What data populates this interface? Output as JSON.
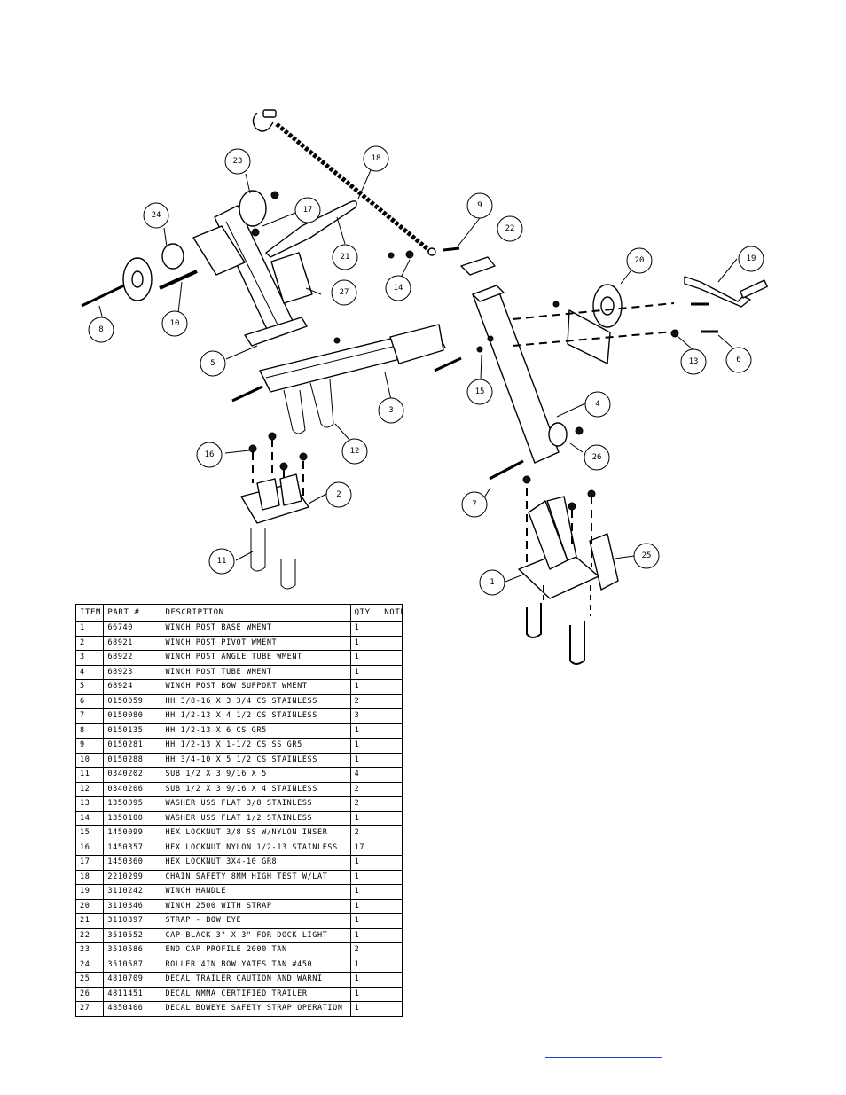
{
  "callouts": [
    {
      "label": "23"
    },
    {
      "label": "18"
    },
    {
      "label": "24"
    },
    {
      "label": "17"
    },
    {
      "label": "21"
    },
    {
      "label": "9"
    },
    {
      "label": "22"
    },
    {
      "label": "20"
    },
    {
      "label": "19"
    },
    {
      "label": "27"
    },
    {
      "label": "14"
    },
    {
      "label": "8"
    },
    {
      "label": "10"
    },
    {
      "label": "5"
    },
    {
      "label": "13"
    },
    {
      "label": "6"
    },
    {
      "label": "15"
    },
    {
      "label": "3"
    },
    {
      "label": "4"
    },
    {
      "label": "12"
    },
    {
      "label": "16"
    },
    {
      "label": "26"
    },
    {
      "label": "2"
    },
    {
      "label": "7"
    },
    {
      "label": "25"
    },
    {
      "label": "11"
    },
    {
      "label": "1"
    }
  ],
  "parts_table": {
    "headers": {
      "item": "ITEM",
      "part": "PART #",
      "description": "DESCRIPTION",
      "qty": "QTY",
      "note": "NOTE"
    },
    "rows": [
      {
        "item": "1",
        "part": "66740",
        "description": "WINCH POST BASE WMENT",
        "qty": "1",
        "note": ""
      },
      {
        "item": "2",
        "part": "68921",
        "description": "WINCH POST PIVOT WMENT",
        "qty": "1",
        "note": ""
      },
      {
        "item": "3",
        "part": "68922",
        "description": "WINCH POST ANGLE TUBE WMENT",
        "qty": "1",
        "note": ""
      },
      {
        "item": "4",
        "part": "68923",
        "description": "WINCH POST TUBE WMENT",
        "qty": "1",
        "note": ""
      },
      {
        "item": "5",
        "part": "68924",
        "description": "WINCH POST BOW SUPPORT WMENT",
        "qty": "1",
        "note": ""
      },
      {
        "item": "6",
        "part": "0150059",
        "description": "HH 3/8-16 X 3 3/4 CS STAINLESS",
        "qty": "2",
        "note": ""
      },
      {
        "item": "7",
        "part": "0150080",
        "description": "HH 1/2-13 X 4 1/2 CS STAINLESS",
        "qty": "3",
        "note": ""
      },
      {
        "item": "8",
        "part": "0150135",
        "description": "HH 1/2-13 X 6 CS GR5",
        "qty": "1",
        "note": ""
      },
      {
        "item": "9",
        "part": "0150281",
        "description": "HH 1/2-13 X 1-1/2 CS SS GR5",
        "qty": "1",
        "note": ""
      },
      {
        "item": "10",
        "part": "0150288",
        "description": "HH 3/4-10 X 5 1/2 CS STAINLESS",
        "qty": "1",
        "note": ""
      },
      {
        "item": "11",
        "part": "0340202",
        "description": "SUB 1/2 X 3 9/16 X 5",
        "qty": "4",
        "note": ""
      },
      {
        "item": "12",
        "part": "0340206",
        "description": "SUB 1/2 X 3 9/16 X 4 STAINLESS",
        "qty": "2",
        "note": ""
      },
      {
        "item": "13",
        "part": "1350095",
        "description": "WASHER USS FLAT 3/8 STAINLESS",
        "qty": "2",
        "note": ""
      },
      {
        "item": "14",
        "part": "1350100",
        "description": "WASHER USS FLAT 1/2 STAINLESS",
        "qty": "1",
        "note": ""
      },
      {
        "item": "15",
        "part": "1450099",
        "description": "HEX LOCKNUT 3/8 SS W/NYLON INSER",
        "qty": "2",
        "note": ""
      },
      {
        "item": "16",
        "part": "1450357",
        "description": "HEX LOCKNUT NYLON 1/2-13 STAINLESS",
        "qty": "17",
        "note": ""
      },
      {
        "item": "17",
        "part": "1450360",
        "description": "HEX LOCKNUT 3X4-10 GR8",
        "qty": "1",
        "note": ""
      },
      {
        "item": "18",
        "part": "2210299",
        "description": "CHAIN SAFETY 8MM HIGH TEST W/LAT",
        "qty": "1",
        "note": ""
      },
      {
        "item": "19",
        "part": "3110242",
        "description": "WINCH HANDLE",
        "qty": "1",
        "note": ""
      },
      {
        "item": "20",
        "part": "3110346",
        "description": "WINCH 2500 WITH STRAP",
        "qty": "1",
        "note": ""
      },
      {
        "item": "21",
        "part": "3110397",
        "description": "STRAP - BOW EYE",
        "qty": "1",
        "note": ""
      },
      {
        "item": "22",
        "part": "3510552",
        "description": "CAP BLACK 3\" X 3\" FOR DOCK LIGHT",
        "qty": "1",
        "note": ""
      },
      {
        "item": "23",
        "part": "3510586",
        "description": "END CAP PROFILE 2000 TAN",
        "qty": "2",
        "note": ""
      },
      {
        "item": "24",
        "part": "3510587",
        "description": "ROLLER 4IN BOW YATES TAN #450",
        "qty": "1",
        "note": ""
      },
      {
        "item": "25",
        "part": "4810709",
        "description": "DECAL TRAILER CAUTION AND WARNI",
        "qty": "1",
        "note": ""
      },
      {
        "item": "26",
        "part": "4811451",
        "description": "DECAL NMMA CERTIFIED TRAILER",
        "qty": "1",
        "note": ""
      },
      {
        "item": "27",
        "part": "4850406",
        "description": "DECAL BOWEYE SAFETY STRAP OPERATION",
        "qty": "1",
        "note": ""
      }
    ]
  }
}
